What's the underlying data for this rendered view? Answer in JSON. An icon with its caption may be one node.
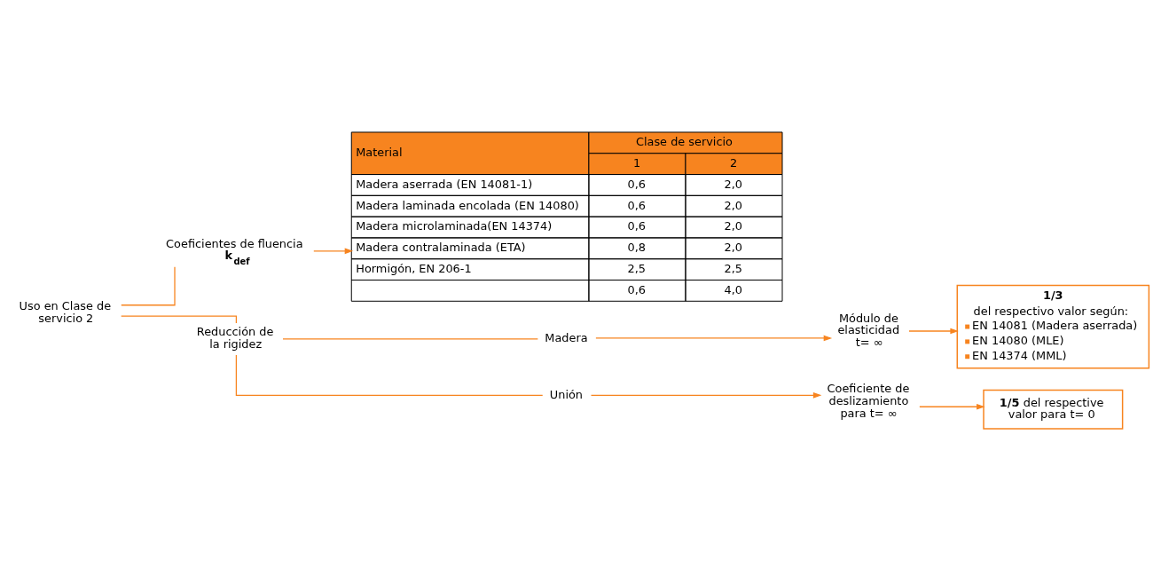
{
  "diagram": {
    "nodes": [
      {
        "text": [
          "Uso en Clase de servicio 2"
        ]
      },
      {
        "text": [
          "Coeficientes de fluencia",
          "k$_{def}$"
        ]
      },
      {
        "text": [
          "Material",
          "Clase de servicio",
          "1",
          "2",
          "Madera aserrada (EN 14081-1)",
          "0,6",
          "2,0",
          "Madera laminada encolada (EN 14080)",
          "0,6",
          "2,0",
          "Madera microlaminada(EN 14374)",
          "0,6",
          "2,0",
          "Madera contralaminada (ETA)",
          "0,8",
          "2,0",
          "Hormigón, EN 206-1",
          "2,5",
          "2,5",
          "0,6",
          "4,0"
        ]
      },
      {
        "text": [
          "Reducción de la rigidez"
        ]
      },
      {
        "text": [
          "Madera"
        ]
      },
      {
        "text": [
          "Unión"
        ]
      },
      {
        "text": [
          "Módulo de elasticidad t= ∞"
        ]
      },
      {
        "text": [
          "Coeficiente de deslizamiento para t= ∞"
        ]
      },
      {
        "text": [
          "1/3",
          "del respectivo valor según:",
          "EN 14081 (Madera aserrada)",
          "EN 14080 (MLE)",
          "EN 14374 (MML)"
        ]
      },
      {
        "text": [
          "**1/5** del respective valor para t= 0"
        ]
      }
    ],
    "edges": [
      {
        "from": 0,
        "to": 1,
        "arrow": "none"
      },
      {
        "from": 0,
        "to": 3,
        "arrow": "none"
      },
      {
        "from": 1,
        "to": 2,
        "arrow": "to"
      },
      {
        "from": 3,
        "to": 4,
        "arrow": "none"
      },
      {
        "from": 3,
        "to": 5,
        "arrow": "none"
      },
      {
        "from": 4,
        "to": 6,
        "arrow": "to"
      },
      {
        "from": 6,
        "to": 8,
        "arrow": "to"
      },
      {
        "from": 5,
        "to": 7,
        "arrow": "to"
      },
      {
        "from": 7,
        "to": 9,
        "arrow": "to"
      }
    ]
  }
}
